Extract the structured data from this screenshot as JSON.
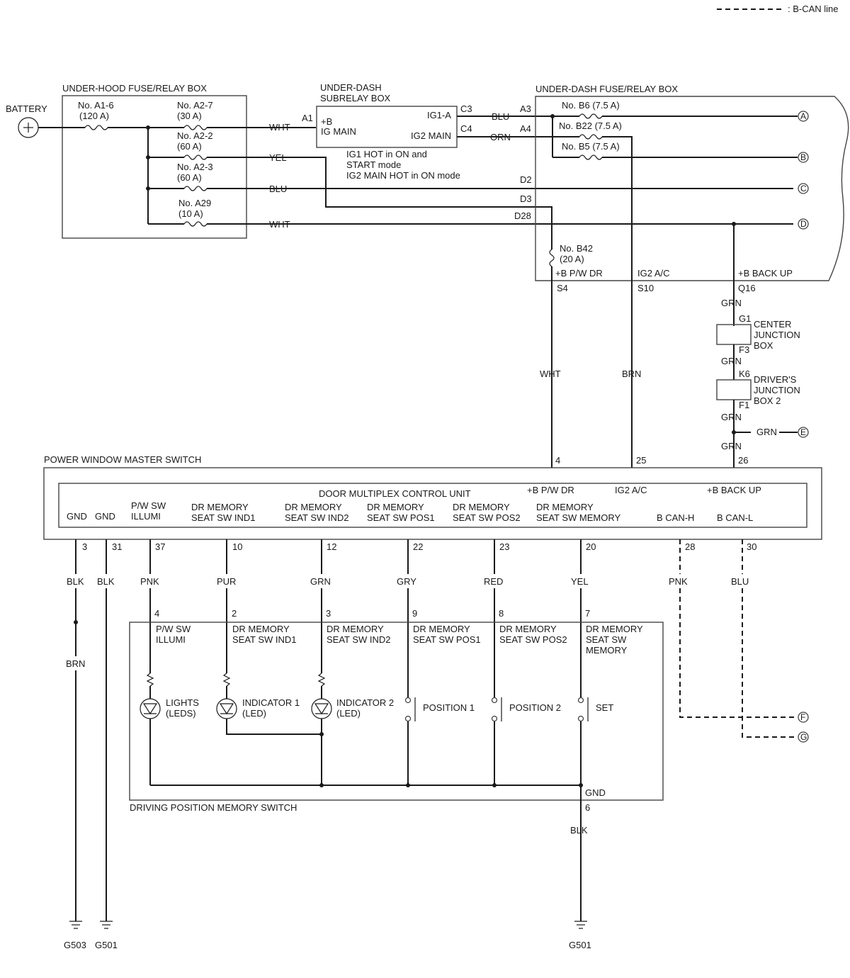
{
  "legend": {
    "b_can_line": ": B-CAN line"
  },
  "battery": {
    "label": "BATTERY"
  },
  "under_hood": {
    "title": "UNDER-HOOD FUSE/RELAY BOX",
    "fuses": {
      "a1_6": [
        "No. A1-6",
        "(120 A)"
      ],
      "a2_7": [
        "No. A2-7",
        "(30 A)"
      ],
      "a2_2": [
        "No. A2-2",
        "(60 A)"
      ],
      "a2_3": [
        "No. A2-3",
        "(60 A)"
      ],
      "a29": [
        "No. A29",
        "(10 A)"
      ]
    }
  },
  "subrelay": {
    "title": [
      "UNDER-DASH",
      "SUBRELAY BOX"
    ],
    "pins": {
      "a1": "A1",
      "c3": "C3",
      "c4": "C4"
    },
    "labels": {
      "plus_b": "+B",
      "ig_main": "IG MAIN",
      "ig1_a": "IG1-A",
      "ig2_main": "IG2 MAIN"
    },
    "note": [
      "IG1 HOT in ON and",
      "START mode",
      "IG2 MAIN HOT in ON mode"
    ]
  },
  "under_dash": {
    "title": "UNDER-DASH FUSE/RELAY BOX",
    "pins": {
      "a3": "A3",
      "a4": "A4",
      "d2": "D2",
      "d3": "D3",
      "d28": "D28",
      "s4": "S4",
      "s10": "S10",
      "q16": "Q16"
    },
    "fuses": {
      "b6": "No. B6 (7.5 A)",
      "b22": "No. B22 (7.5 A)",
      "b5": "No. B5 (7.5 A)",
      "b42": [
        "No. B42",
        "(20 A)"
      ]
    },
    "outputs": {
      "pw_dr": "+B P/W DR",
      "ig2_ac": "IG2 A/C",
      "back_up": "+B BACK UP"
    }
  },
  "wires": {
    "wht1": "WHT",
    "yel": "YEL",
    "blu": "BLU",
    "wht2": "WHT",
    "blu_c3": "BLU",
    "orn_c4": "ORN",
    "wht_s4": "WHT",
    "brn_s10": "BRN",
    "grn_q16": "GRN",
    "grn_f3": "GRN",
    "grn_f1": "GRN",
    "grn_e": "GRN",
    "grn_26": "GRN"
  },
  "connectors": {
    "a": "A",
    "b": "B",
    "c": "C",
    "d": "D",
    "e": "E",
    "f": "F",
    "g": "G"
  },
  "center_jb": {
    "label": [
      "CENTER",
      "JUNCTION",
      "BOX"
    ],
    "g1": "G1",
    "f3": "F3"
  },
  "drivers_jb": {
    "label": [
      "DRIVER'S",
      "JUNCTION",
      "BOX 2"
    ],
    "k6": "K6",
    "f1": "F1"
  },
  "master_switch": {
    "title": "POWER WINDOW MASTER SWITCH",
    "unit": "DOOR MULTIPLEX CONTROL UNIT",
    "top_pins": {
      "p4": "4",
      "p25": "25",
      "p26": "26"
    },
    "top_labels": {
      "pw_dr": "+B P/W DR",
      "ig2_ac": "IG2 A/C",
      "back_up": "+B BACK UP"
    },
    "labels": {
      "gnd1": "GND",
      "gnd2": "GND",
      "pw_illumi": [
        "P/W SW",
        "ILLUMI"
      ],
      "ind1": [
        "DR MEMORY",
        "SEAT SW IND1"
      ],
      "ind2": [
        "DR MEMORY",
        "SEAT SW IND2"
      ],
      "pos1": [
        "DR MEMORY",
        "SEAT SW POS1"
      ],
      "pos2": [
        "DR MEMORY",
        "SEAT SW POS2"
      ],
      "memory": [
        "DR MEMORY",
        "SEAT SW MEMORY"
      ],
      "can_h": "B CAN-H",
      "can_l": "B CAN-L"
    },
    "pins": {
      "p3": "3",
      "p31": "31",
      "p37": "37",
      "p10": "10",
      "p12": "12",
      "p22": "22",
      "p23": "23",
      "p20": "20",
      "p28": "28",
      "p30": "30"
    }
  },
  "bottom_wires": {
    "blk1": "BLK",
    "blk2": "BLK",
    "pnk": "PNK",
    "pur": "PUR",
    "grn": "GRN",
    "gry": "GRY",
    "red": "RED",
    "yel": "YEL",
    "pnk2": "PNK",
    "blu": "BLU",
    "brn": "BRN",
    "blk_gnd": "BLK"
  },
  "memory_switch": {
    "title": "DRIVING POSITION MEMORY SWITCH",
    "pins": {
      "p4": "4",
      "p2": "2",
      "p3": "3",
      "p9": "9",
      "p8": "8",
      "p7": "7",
      "p6": "6"
    },
    "labels": {
      "pw_illumi": [
        "P/W SW",
        "ILLUMI"
      ],
      "ind1": [
        "DR MEMORY",
        "SEAT SW IND1"
      ],
      "ind2": [
        "DR MEMORY",
        "SEAT SW IND2"
      ],
      "pos1": [
        "DR MEMORY",
        "SEAT SW POS1"
      ],
      "pos2": [
        "DR MEMORY",
        "SEAT SW POS2"
      ],
      "memory": [
        "DR MEMORY",
        "SEAT SW",
        "MEMORY"
      ],
      "gnd": "GND"
    },
    "components": {
      "lights": [
        "LIGHTS",
        "(LEDS)"
      ],
      "ind1": [
        "INDICATOR 1",
        "(LED)"
      ],
      "ind2": [
        "INDICATOR 2",
        "(LED)"
      ],
      "position1": "POSITION 1",
      "position2": "POSITION 2",
      "set": "SET"
    }
  },
  "grounds": {
    "g503": "G503",
    "g501a": "G501",
    "g501b": "G501"
  }
}
